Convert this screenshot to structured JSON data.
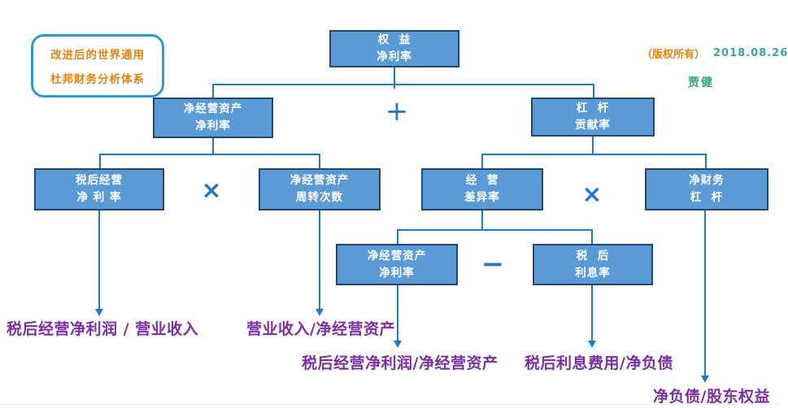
{
  "annotation": {
    "line1": "改进后的世界通用",
    "line2": "杜邦财务分析体系"
  },
  "copyright": {
    "label": "（版权所有）",
    "date": "2018.08.26",
    "author": "贾健"
  },
  "nodes": {
    "equity_net_profit_rate": {
      "line1": "权  益",
      "line2": "净利率"
    },
    "net_operating_asset_margin": {
      "line1": "净经营资产",
      "line2": "净利率"
    },
    "leverage_contribution_rate": {
      "line1": "杠  杆",
      "line2": "贡献率"
    },
    "after_tax_operating_margin": {
      "line1": "税后经营",
      "line2": "净 利 率"
    },
    "net_operating_asset_turnover": {
      "line1": "净经营资产",
      "line2": "周转次数"
    },
    "operating_spread_rate": {
      "line1": "经  营",
      "line2": "差异率"
    },
    "net_financial_leverage": {
      "line1": "净财务",
      "line2": "杠  杆"
    },
    "net_operating_asset_margin_2": {
      "line1": "净经营资产",
      "line2": "净利率"
    },
    "after_tax_interest_rate": {
      "line1": "税  后",
      "line2": "利息率"
    }
  },
  "operators": {
    "plus": "+",
    "times_left": "×",
    "times_right": "×",
    "minus": "−"
  },
  "formulas": {
    "f1": "税后经营净利润 / 营业收入",
    "f2": "营业收入/净经营资产",
    "f3": "税后经营净利润/净经营资产",
    "f4": "税后利息费用/净负债",
    "f5": "净负债/股东权益"
  },
  "colors": {
    "node_fill": "#5b9bd5",
    "node_border": "#24476e",
    "connector": "#1e7cc0",
    "annotation_border": "#2f9ad2",
    "orange_text": "#e8820c",
    "teal_date": "#3ba6a0",
    "teal_author": "#2ea382",
    "purple_formula": "#7b2fa0"
  }
}
